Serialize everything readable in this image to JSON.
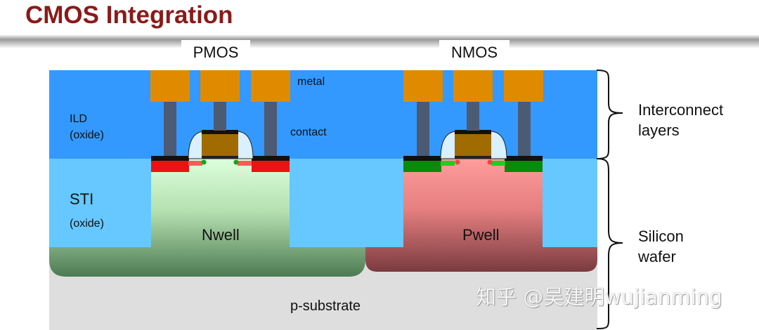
{
  "title": "CMOS Integration",
  "transistors": {
    "pmos": "PMOS",
    "nmos": "NMOS"
  },
  "layer_labels": {
    "metal": "metal",
    "contact": "contact",
    "ild_line1": "ILD",
    "ild_line2": "(oxide)",
    "sti": "STI",
    "sti_oxide": "(oxide)",
    "nwell": "Nwell",
    "pwell": "Pwell",
    "substrate": "p-substrate"
  },
  "brackets": {
    "interconnect_line1": "Interconnect",
    "interconnect_line2": "layers",
    "silicon_line1": "Silicon",
    "silicon_line2": "wafer"
  },
  "watermark": "知乎 @吴建明wujianming",
  "colors": {
    "title": "#8b1a1a",
    "ild": "#3399ff",
    "sti": "#66c8ff",
    "metal": "#e08a00",
    "contact": "#4d5a73",
    "gate": "#a06b00",
    "p_diffusion": "#ee1111",
    "n_diffusion": "#0a8a0a",
    "nwell_top": "#d8ffd8",
    "nwell_bottom": "#4d7a52",
    "pwell_top": "#ff9a9a",
    "pwell_bottom": "#7a3b3f",
    "substrate": "#dedede"
  }
}
